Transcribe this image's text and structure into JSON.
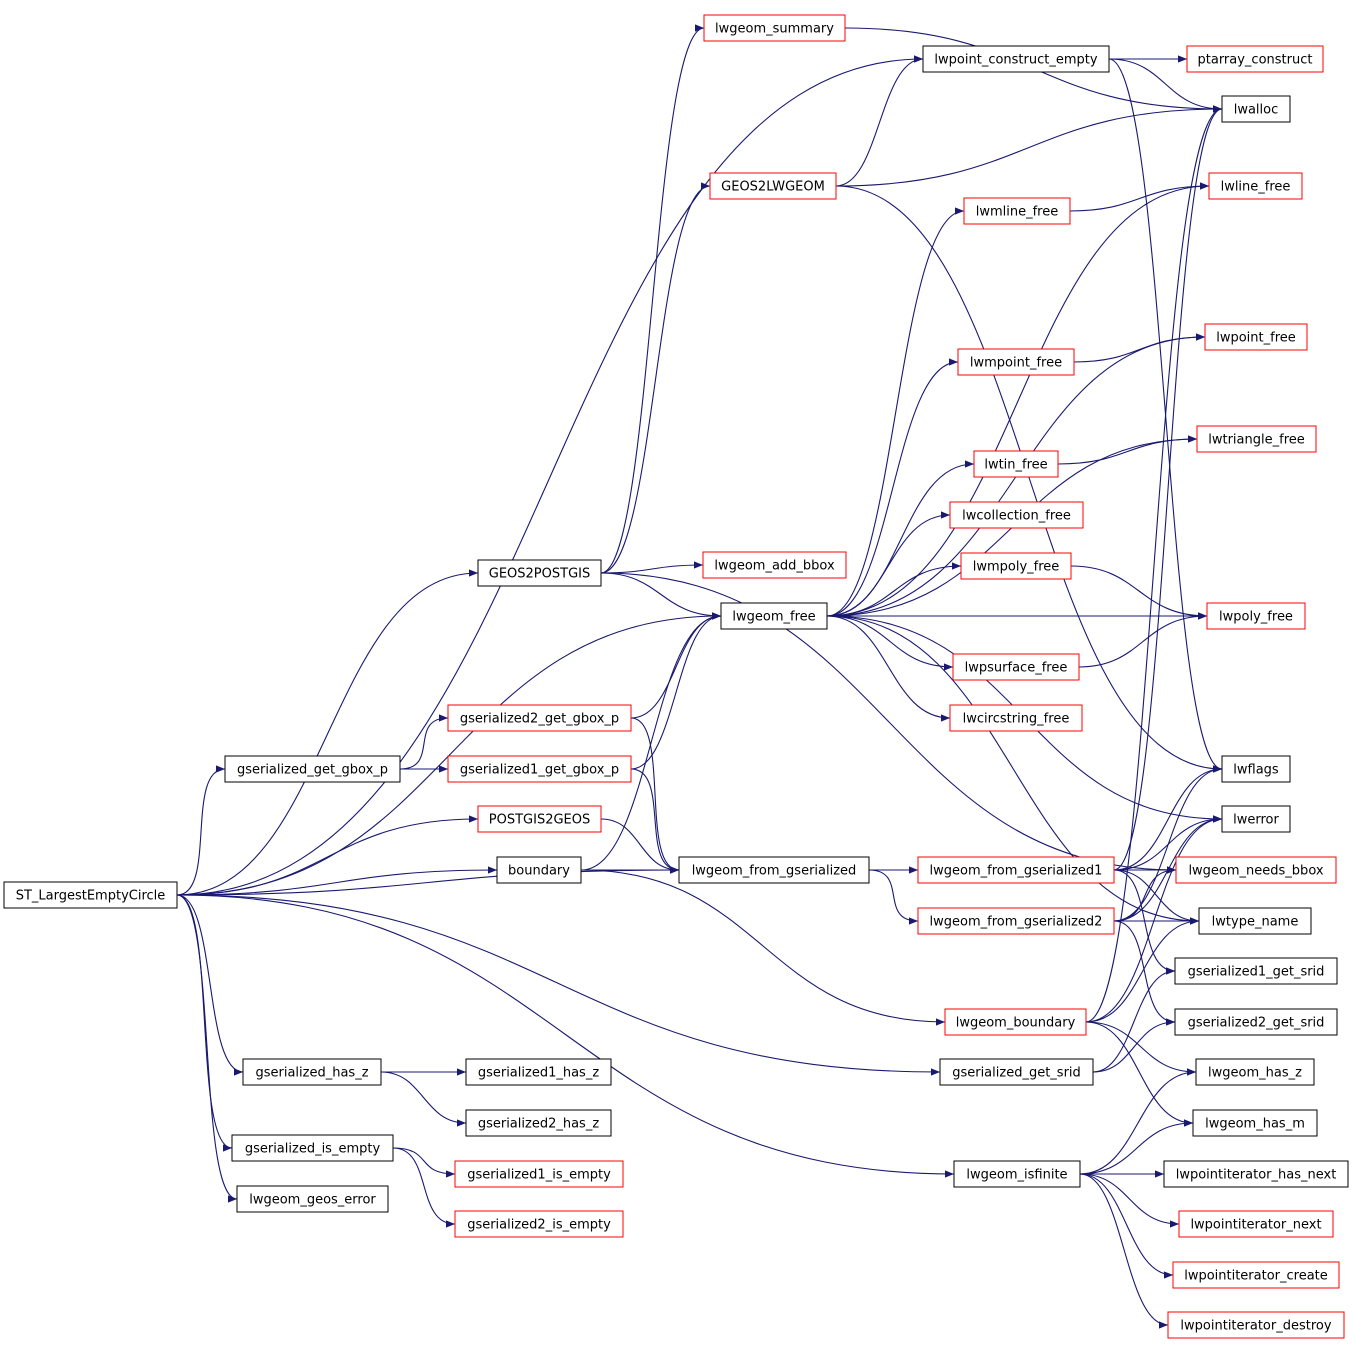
{
  "colors": {
    "edge": "#191970",
    "border_black": "#000000",
    "border_red": "#ff0000",
    "root_fill": "#bfbfbf",
    "node_fill": "#ffffff"
  },
  "nodes": [
    {
      "id": "st_largest",
      "label": "ST_LargestEmptyCircle",
      "border": "black",
      "root": true
    },
    {
      "id": "lwgeom_summary",
      "label": "lwgeom_summary",
      "border": "red"
    },
    {
      "id": "lwpoint_construct_empty",
      "label": "lwpoint_construct_empty",
      "border": "black"
    },
    {
      "id": "ptarray_construct",
      "label": "ptarray_construct",
      "border": "red"
    },
    {
      "id": "lwalloc",
      "label": "lwalloc",
      "border": "black"
    },
    {
      "id": "geos2lwgeom",
      "label": "GEOS2LWGEOM",
      "border": "red"
    },
    {
      "id": "lwline_free",
      "label": "lwline_free",
      "border": "red"
    },
    {
      "id": "lwmline_free",
      "label": "lwmline_free",
      "border": "red"
    },
    {
      "id": "lwpoint_free",
      "label": "lwpoint_free",
      "border": "red"
    },
    {
      "id": "lwmpoint_free",
      "label": "lwmpoint_free",
      "border": "red"
    },
    {
      "id": "lwtriangle_free",
      "label": "lwtriangle_free",
      "border": "red"
    },
    {
      "id": "lwtin_free",
      "label": "lwtin_free",
      "border": "red"
    },
    {
      "id": "lwcollection_free",
      "label": "lwcollection_free",
      "border": "red"
    },
    {
      "id": "geos2postgis",
      "label": "GEOS2POSTGIS",
      "border": "black"
    },
    {
      "id": "lwgeom_add_bbox",
      "label": "lwgeom_add_bbox",
      "border": "red"
    },
    {
      "id": "lwmpoly_free",
      "label": "lwmpoly_free",
      "border": "red"
    },
    {
      "id": "lwgeom_free",
      "label": "lwgeom_free",
      "border": "black"
    },
    {
      "id": "lwpoly_free",
      "label": "lwpoly_free",
      "border": "red"
    },
    {
      "id": "lwpsurface_free",
      "label": "lwpsurface_free",
      "border": "red"
    },
    {
      "id": "gserialized2_get_gbox_p",
      "label": "gserialized2_get_gbox_p",
      "border": "red"
    },
    {
      "id": "lwcircstring_free",
      "label": "lwcircstring_free",
      "border": "red"
    },
    {
      "id": "gserialized_get_gbox_p",
      "label": "gserialized_get_gbox_p",
      "border": "black"
    },
    {
      "id": "gserialized1_get_gbox_p",
      "label": "gserialized1_get_gbox_p",
      "border": "red"
    },
    {
      "id": "lwflags",
      "label": "lwflags",
      "border": "black"
    },
    {
      "id": "postgis2geos",
      "label": "POSTGIS2GEOS",
      "border": "red"
    },
    {
      "id": "lwerror",
      "label": "lwerror",
      "border": "black"
    },
    {
      "id": "boundary",
      "label": "boundary",
      "border": "black"
    },
    {
      "id": "lwgeom_from_gserialized",
      "label": "lwgeom_from_gserialized",
      "border": "black"
    },
    {
      "id": "lwgeom_from_gserialized1",
      "label": "lwgeom_from_gserialized1",
      "border": "red"
    },
    {
      "id": "lwgeom_needs_bbox",
      "label": "lwgeom_needs_bbox",
      "border": "red"
    },
    {
      "id": "lwgeom_from_gserialized2",
      "label": "lwgeom_from_gserialized2",
      "border": "red"
    },
    {
      "id": "lwtype_name",
      "label": "lwtype_name",
      "border": "black"
    },
    {
      "id": "gserialized1_get_srid",
      "label": "gserialized1_get_srid",
      "border": "black"
    },
    {
      "id": "lwgeom_boundary",
      "label": "lwgeom_boundary",
      "border": "red"
    },
    {
      "id": "gserialized2_get_srid",
      "label": "gserialized2_get_srid",
      "border": "black"
    },
    {
      "id": "gserialized_has_z",
      "label": "gserialized_has_z",
      "border": "black"
    },
    {
      "id": "gserialized1_has_z",
      "label": "gserialized1_has_z",
      "border": "black"
    },
    {
      "id": "gserialized_get_srid",
      "label": "gserialized_get_srid",
      "border": "black"
    },
    {
      "id": "lwgeom_has_z",
      "label": "lwgeom_has_z",
      "border": "black"
    },
    {
      "id": "gserialized2_has_z",
      "label": "gserialized2_has_z",
      "border": "black"
    },
    {
      "id": "lwgeom_has_m",
      "label": "lwgeom_has_m",
      "border": "black"
    },
    {
      "id": "gserialized_is_empty",
      "label": "gserialized_is_empty",
      "border": "black"
    },
    {
      "id": "gserialized1_is_empty",
      "label": "gserialized1_is_empty",
      "border": "red"
    },
    {
      "id": "lwgeom_isfinite",
      "label": "lwgeom_isfinite",
      "border": "black"
    },
    {
      "id": "lwpointiterator_has_next",
      "label": "lwpointiterator_has_next",
      "border": "black"
    },
    {
      "id": "lwgeom_geos_error",
      "label": "lwgeom_geos_error",
      "border": "black"
    },
    {
      "id": "lwpointiterator_next",
      "label": "lwpointiterator_next",
      "border": "red"
    },
    {
      "id": "gserialized2_is_empty",
      "label": "gserialized2_is_empty",
      "border": "red"
    },
    {
      "id": "lwpointiterator_create",
      "label": "lwpointiterator_create",
      "border": "red"
    },
    {
      "id": "lwpointiterator_destroy",
      "label": "lwpointiterator_destroy",
      "border": "red"
    }
  ],
  "edges": [
    [
      "st_largest",
      "geos2postgis"
    ],
    [
      "st_largest",
      "lwpoint_construct_empty"
    ],
    [
      "st_largest",
      "lwgeom_free"
    ],
    [
      "st_largest",
      "gserialized_get_gbox_p"
    ],
    [
      "st_largest",
      "postgis2geos"
    ],
    [
      "st_largest",
      "boundary"
    ],
    [
      "st_largest",
      "lwgeom_from_gserialized"
    ],
    [
      "st_largest",
      "gserialized_get_srid"
    ],
    [
      "st_largest",
      "gserialized_has_z"
    ],
    [
      "st_largest",
      "gserialized_is_empty"
    ],
    [
      "st_largest",
      "lwgeom_geos_error"
    ],
    [
      "st_largest",
      "lwgeom_isfinite"
    ],
    [
      "geos2postgis",
      "lwgeom_summary"
    ],
    [
      "geos2postgis",
      "geos2lwgeom"
    ],
    [
      "geos2postgis",
      "lwgeom_add_bbox"
    ],
    [
      "geos2postgis",
      "lwgeom_free"
    ],
    [
      "geos2postgis",
      "lwgeom_needs_bbox"
    ],
    [
      "lwgeom_summary",
      "lwalloc"
    ],
    [
      "lwpoint_construct_empty",
      "ptarray_construct"
    ],
    [
      "lwpoint_construct_empty",
      "lwalloc"
    ],
    [
      "lwpoint_construct_empty",
      "lwflags"
    ],
    [
      "geos2lwgeom",
      "lwpoint_construct_empty"
    ],
    [
      "geos2lwgeom",
      "lwalloc"
    ],
    [
      "geos2lwgeom",
      "lwflags"
    ],
    [
      "lwmline_free",
      "lwline_free"
    ],
    [
      "lwmpoint_free",
      "lwpoint_free"
    ],
    [
      "lwtin_free",
      "lwtriangle_free"
    ],
    [
      "lwgeom_free",
      "lwline_free"
    ],
    [
      "lwgeom_free",
      "lwmline_free"
    ],
    [
      "lwgeom_free",
      "lwpoint_free"
    ],
    [
      "lwgeom_free",
      "lwmpoint_free"
    ],
    [
      "lwgeom_free",
      "lwtriangle_free"
    ],
    [
      "lwgeom_free",
      "lwtin_free"
    ],
    [
      "lwgeom_free",
      "lwcollection_free"
    ],
    [
      "lwgeom_free",
      "lwmpoly_free"
    ],
    [
      "lwgeom_free",
      "lwpoly_free"
    ],
    [
      "lwgeom_free",
      "lwpsurface_free"
    ],
    [
      "lwgeom_free",
      "lwcircstring_free"
    ],
    [
      "lwgeom_free",
      "lwerror"
    ],
    [
      "lwgeom_free",
      "lwtype_name"
    ],
    [
      "lwmpoly_free",
      "lwpoly_free"
    ],
    [
      "lwpsurface_free",
      "lwpoly_free"
    ],
    [
      "gserialized_get_gbox_p",
      "gserialized2_get_gbox_p"
    ],
    [
      "gserialized_get_gbox_p",
      "gserialized1_get_gbox_p"
    ],
    [
      "gserialized2_get_gbox_p",
      "lwgeom_free"
    ],
    [
      "gserialized2_get_gbox_p",
      "lwgeom_from_gserialized"
    ],
    [
      "gserialized1_get_gbox_p",
      "lwgeom_free"
    ],
    [
      "gserialized1_get_gbox_p",
      "lwgeom_from_gserialized"
    ],
    [
      "postgis2geos",
      "lwgeom_from_gserialized"
    ],
    [
      "boundary",
      "lwgeom_free"
    ],
    [
      "boundary",
      "lwgeom_from_gserialized"
    ],
    [
      "boundary",
      "lwgeom_boundary"
    ],
    [
      "lwgeom_from_gserialized",
      "lwgeom_from_gserialized1"
    ],
    [
      "lwgeom_from_gserialized",
      "lwgeom_from_gserialized2"
    ],
    [
      "lwgeom_from_gserialized1",
      "lwflags"
    ],
    [
      "lwgeom_from_gserialized1",
      "lwerror"
    ],
    [
      "lwgeom_from_gserialized1",
      "lwgeom_needs_bbox"
    ],
    [
      "lwgeom_from_gserialized1",
      "lwtype_name"
    ],
    [
      "lwgeom_from_gserialized1",
      "gserialized1_get_srid"
    ],
    [
      "lwgeom_from_gserialized1",
      "lwalloc"
    ],
    [
      "lwgeom_from_gserialized2",
      "lwflags"
    ],
    [
      "lwgeom_from_gserialized2",
      "lwerror"
    ],
    [
      "lwgeom_from_gserialized2",
      "lwgeom_needs_bbox"
    ],
    [
      "lwgeom_from_gserialized2",
      "lwtype_name"
    ],
    [
      "lwgeom_from_gserialized2",
      "gserialized2_get_srid"
    ],
    [
      "lwgeom_boundary",
      "lwerror"
    ],
    [
      "lwgeom_boundary",
      "lwtype_name"
    ],
    [
      "lwgeom_boundary",
      "lwgeom_has_z"
    ],
    [
      "lwgeom_boundary",
      "lwgeom_has_m"
    ],
    [
      "lwgeom_boundary",
      "lwalloc"
    ],
    [
      "gserialized_get_srid",
      "gserialized1_get_srid"
    ],
    [
      "gserialized_get_srid",
      "gserialized2_get_srid"
    ],
    [
      "gserialized_has_z",
      "gserialized1_has_z"
    ],
    [
      "gserialized_has_z",
      "gserialized2_has_z"
    ],
    [
      "gserialized_is_empty",
      "gserialized1_is_empty"
    ],
    [
      "gserialized_is_empty",
      "gserialized2_is_empty"
    ],
    [
      "lwgeom_isfinite",
      "lwgeom_has_z"
    ],
    [
      "lwgeom_isfinite",
      "lwgeom_has_m"
    ],
    [
      "lwgeom_isfinite",
      "lwpointiterator_has_next"
    ],
    [
      "lwgeom_isfinite",
      "lwpointiterator_next"
    ],
    [
      "lwgeom_isfinite",
      "lwpointiterator_create"
    ],
    [
      "lwgeom_isfinite",
      "lwpointiterator_destroy"
    ]
  ]
}
